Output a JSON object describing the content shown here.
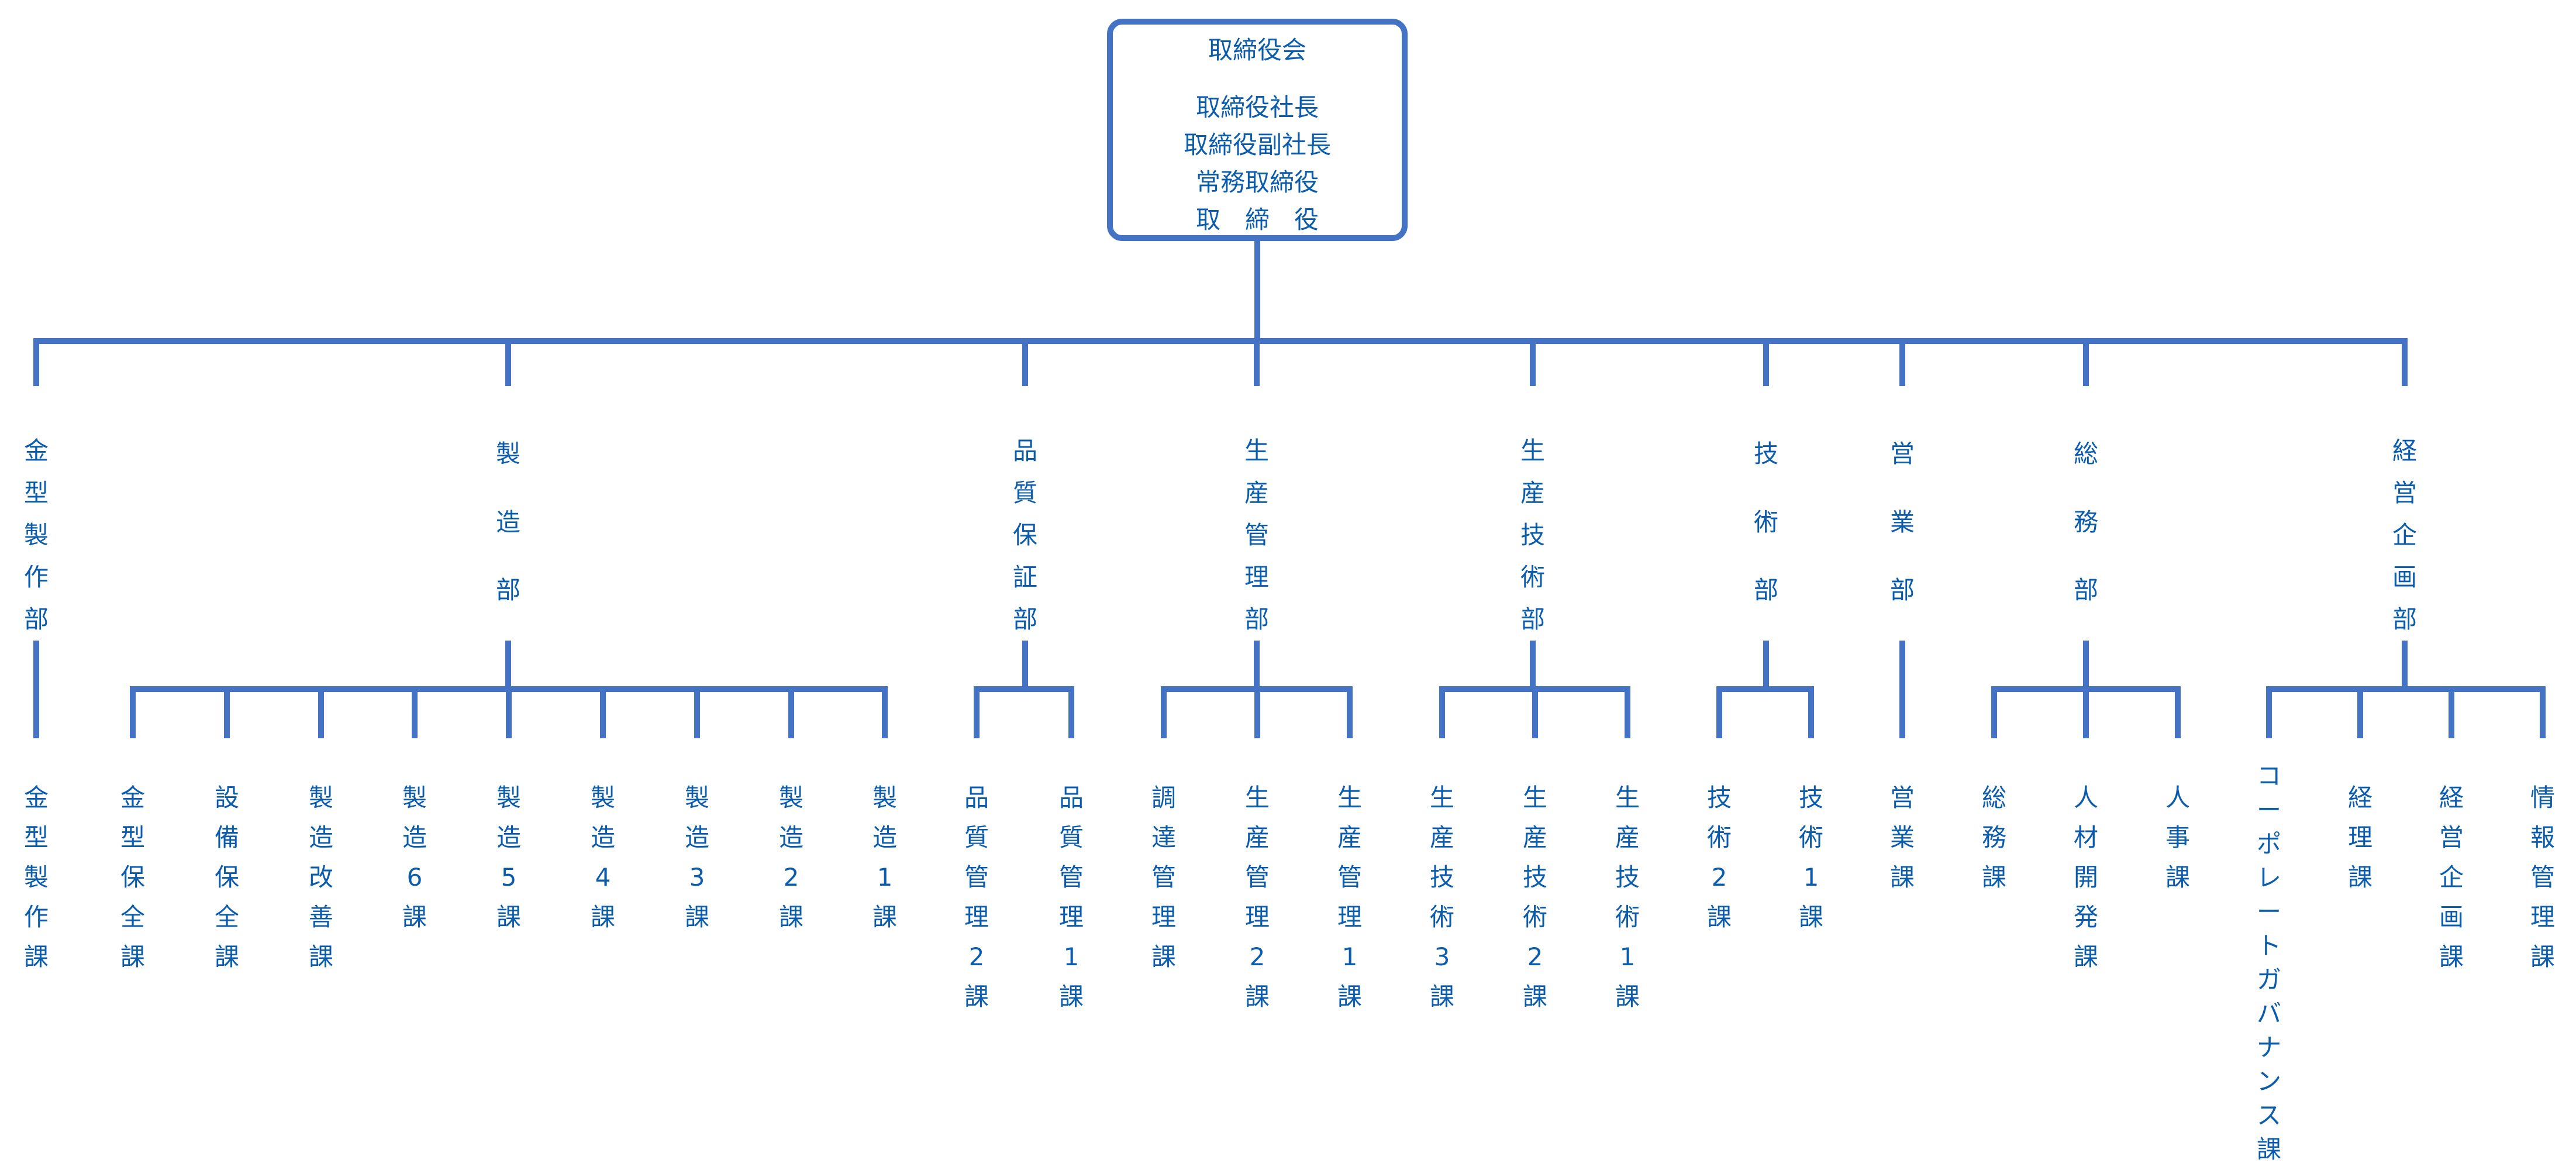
{
  "diagram": {
    "type": "org-chart",
    "line_color": "#4472C4",
    "text_color": "#0B5CAD",
    "root": {
      "title": "取締役会",
      "lines": [
        "取締役社長",
        "取締役副社長",
        "常務取締役",
        "取　締　役"
      ]
    },
    "departments": [
      {
        "label": "金型製作部",
        "sections": [
          "金型製作課"
        ]
      },
      {
        "label": "製造部",
        "sections": [
          "金型保全課",
          "設備保全課",
          "製造改善課",
          "製造6課",
          "製造5課",
          "製造4課",
          "製造3課",
          "製造2課",
          "製造1課"
        ]
      },
      {
        "label": "品質保証部",
        "sections": [
          "品質管理2課",
          "品質管理1課"
        ]
      },
      {
        "label": "生産管理部",
        "sections": [
          "調達管理課",
          "生産管理2課",
          "生産管理1課"
        ]
      },
      {
        "label": "生産技術部",
        "sections": [
          "生産技術3課",
          "生産技術2課",
          "生産技術1課"
        ]
      },
      {
        "label": "技術部",
        "sections": [
          "技術2課",
          "技術1課"
        ]
      },
      {
        "label": "営業部",
        "sections": [
          "営業課"
        ]
      },
      {
        "label": "総務部",
        "sections": [
          "総務課",
          "人材開発課",
          "人事課"
        ]
      },
      {
        "label": "経営企画部",
        "sections": [
          "コーポレートガバナンス課",
          "経理課",
          "経営企画課",
          "情報管理課"
        ]
      }
    ]
  }
}
